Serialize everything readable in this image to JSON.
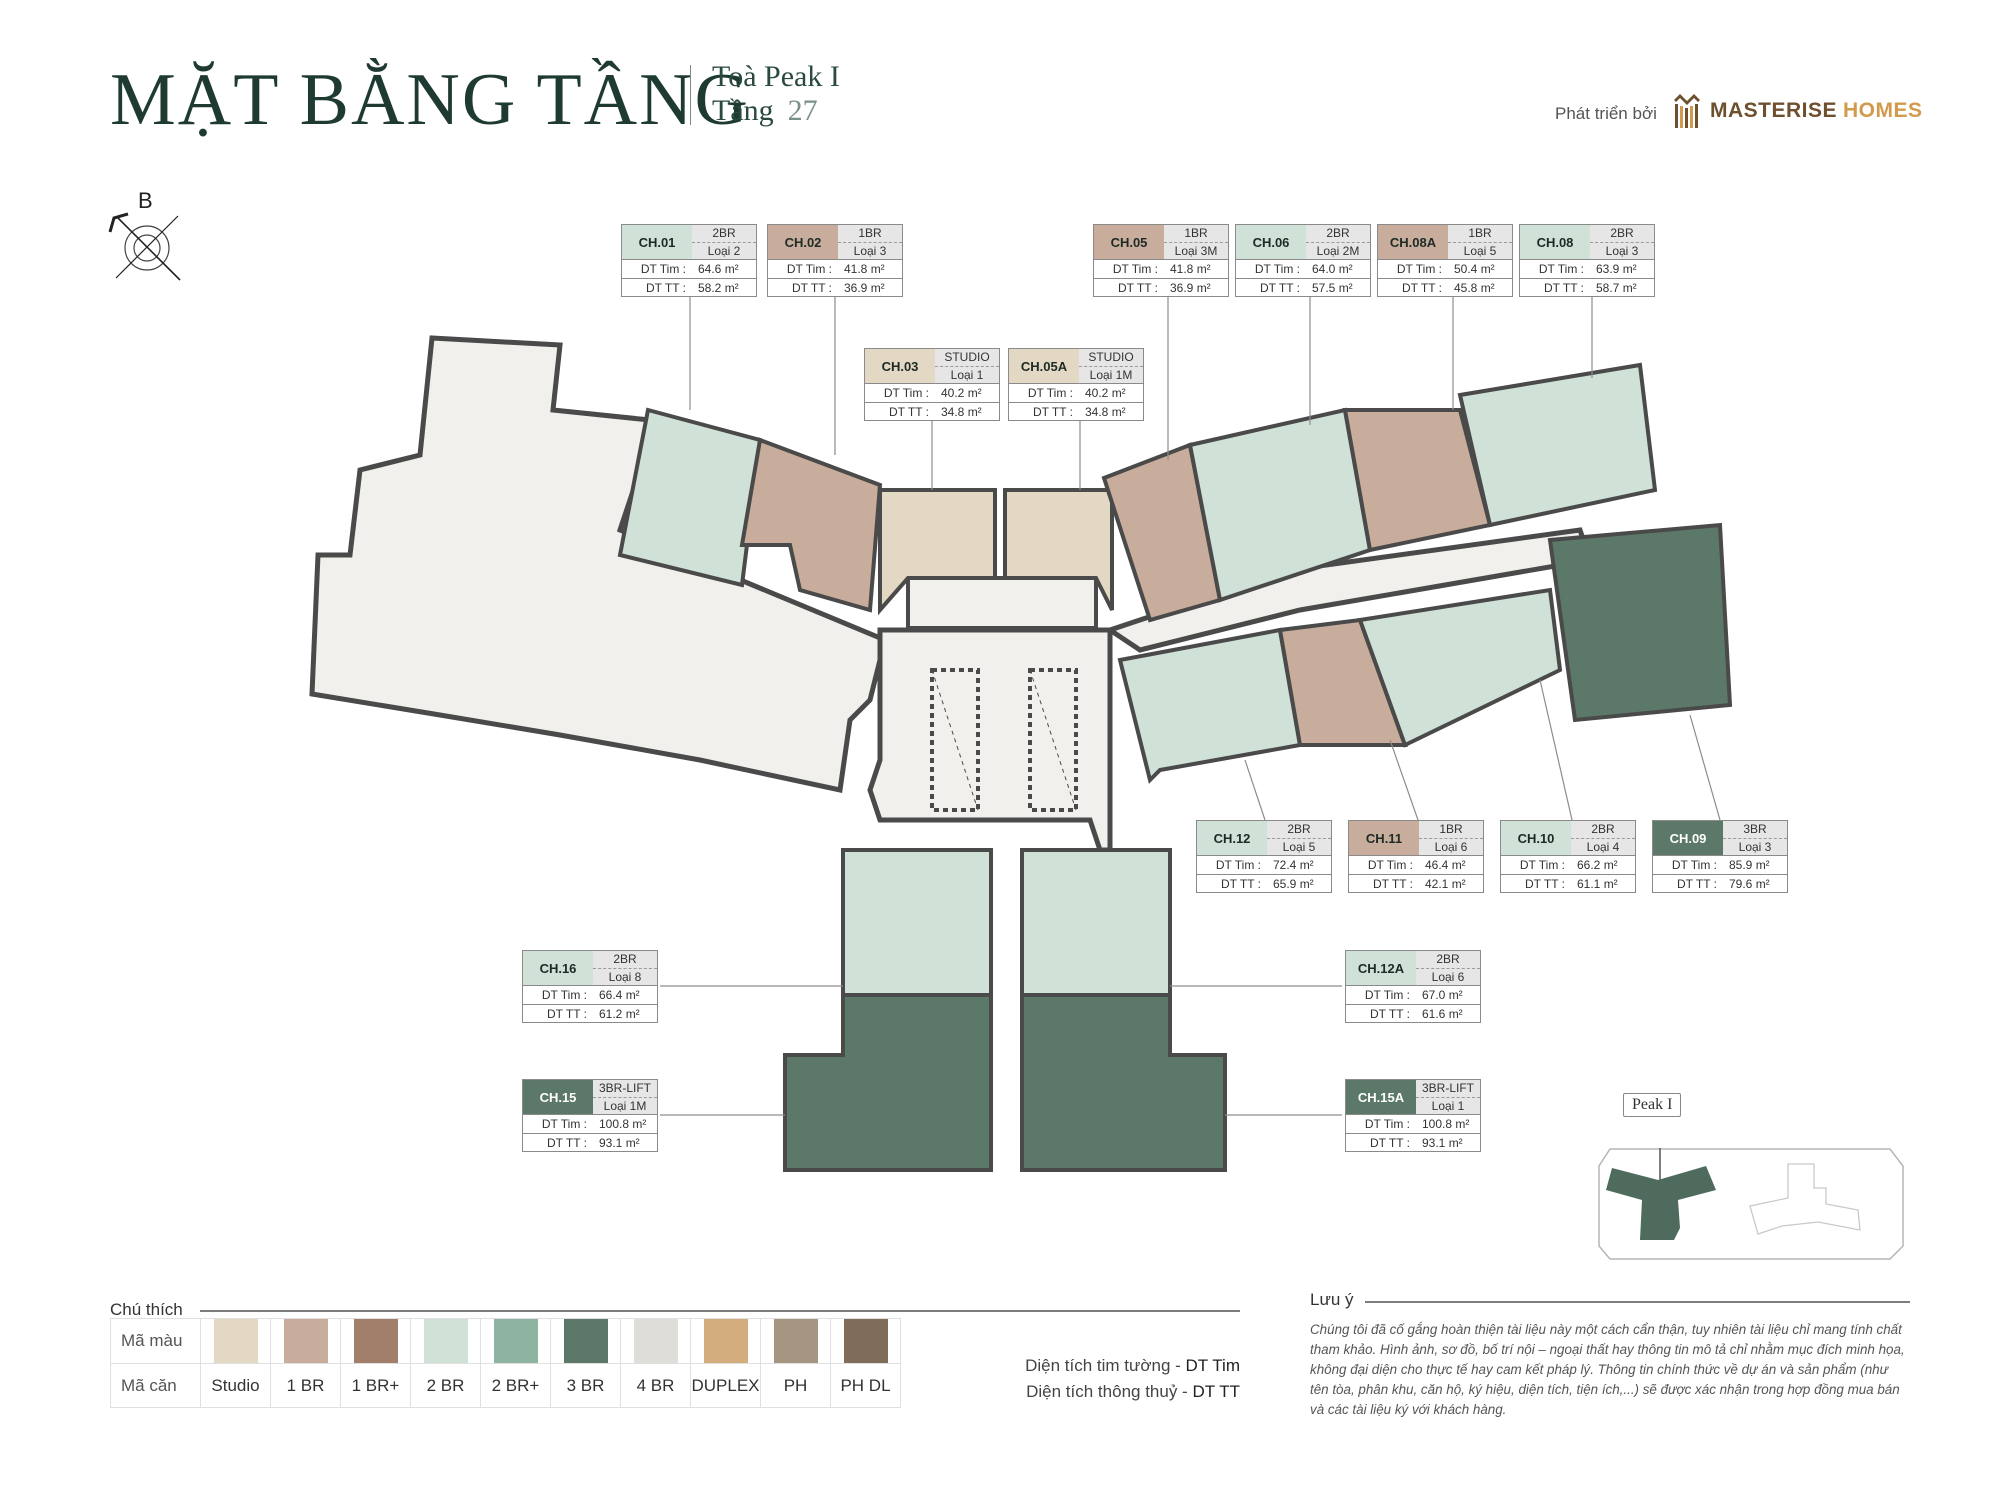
{
  "header": {
    "title": "MẶT BẰNG TẦNG",
    "building": "Toà Peak I",
    "floor_label": "Tầng",
    "floor_number": "27",
    "developer_prefix": "Phát triển bởi",
    "developer_name_1": "MASTERISE",
    "developer_name_2": "HOMES"
  },
  "compass": {
    "north_label": "B"
  },
  "colors": {
    "studio": "#e2d8c3",
    "br1": "#c9ad9c",
    "br1plus": "#a17f6b",
    "br2": "#d0e1d7",
    "br2plus": "#8fb3a1",
    "br3": "#5b7869",
    "br4": "#deddd8",
    "duplex": "#d4ad7f",
    "ph": "#a59581",
    "phdl": "#7f6d5a",
    "common": "#f2f0ec",
    "wall": "#4a4a4a"
  },
  "units": [
    {
      "code": "CH.01",
      "type": "2BR",
      "variant": "Loại 2",
      "dt_tim": "64.6 m²",
      "dt_tt": "58.2 m²",
      "color": "#d0e1d7"
    },
    {
      "code": "CH.02",
      "type": "1BR",
      "variant": "Loại 3",
      "dt_tim": "41.8 m²",
      "dt_tt": "36.9 m²",
      "color": "#c9ad9c"
    },
    {
      "code": "CH.03",
      "type": "STUDIO",
      "variant": "Loại 1",
      "dt_tim": "40.2 m²",
      "dt_tt": "34.8 m²",
      "color": "#e2d8c3"
    },
    {
      "code": "CH.05A",
      "type": "STUDIO",
      "variant": "Loại 1M",
      "dt_tim": "40.2 m²",
      "dt_tt": "34.8 m²",
      "color": "#e2d8c3"
    },
    {
      "code": "CH.05",
      "type": "1BR",
      "variant": "Loại 3M",
      "dt_tim": "41.8 m²",
      "dt_tt": "36.9 m²",
      "color": "#c9ad9c"
    },
    {
      "code": "CH.06",
      "type": "2BR",
      "variant": "Loại 2M",
      "dt_tim": "64.0 m²",
      "dt_tt": "57.5 m²",
      "color": "#d0e1d7"
    },
    {
      "code": "CH.08A",
      "type": "1BR",
      "variant": "Loại 5",
      "dt_tim": "50.4 m²",
      "dt_tt": "45.8 m²",
      "color": "#c9ad9c"
    },
    {
      "code": "CH.08",
      "type": "2BR",
      "variant": "Loại 3",
      "dt_tim": "63.9 m²",
      "dt_tt": "58.7 m²",
      "color": "#d0e1d7"
    },
    {
      "code": "CH.12",
      "type": "2BR",
      "variant": "Loại 5",
      "dt_tim": "72.4 m²",
      "dt_tt": "65.9 m²",
      "color": "#d0e1d7"
    },
    {
      "code": "CH.11",
      "type": "1BR",
      "variant": "Loại 6",
      "dt_tim": "46.4 m²",
      "dt_tt": "42.1 m²",
      "color": "#c9ad9c"
    },
    {
      "code": "CH.10",
      "type": "2BR",
      "variant": "Loại 4",
      "dt_tim": "66.2 m²",
      "dt_tt": "61.1 m²",
      "color": "#d0e1d7"
    },
    {
      "code": "CH.09",
      "type": "3BR",
      "variant": "Loại 3",
      "dt_tim": "85.9 m²",
      "dt_tt": "79.6 m²",
      "color": "#5b7869"
    },
    {
      "code": "CH.16",
      "type": "2BR",
      "variant": "Loại 8",
      "dt_tim": "66.4 m²",
      "dt_tt": "61.2 m²",
      "color": "#d0e1d7"
    },
    {
      "code": "CH.15",
      "type": "3BR-LIFT",
      "variant": "Loại 1M",
      "dt_tim": "100.8 m²",
      "dt_tt": "93.1 m²",
      "color": "#5b7869"
    },
    {
      "code": "CH.12A",
      "type": "2BR",
      "variant": "Loại 6",
      "dt_tim": "67.0 m²",
      "dt_tt": "61.6 m²",
      "color": "#d0e1d7"
    },
    {
      "code": "CH.15A",
      "type": "3BR-LIFT",
      "variant": "Loại 1",
      "dt_tim": "100.8 m²",
      "dt_tt": "93.1 m²",
      "color": "#5b7869"
    }
  ],
  "card_labels": {
    "dt_tim": "DT Tim :",
    "dt_tt": "DT TT :"
  },
  "legend": {
    "heading": "Chú thích",
    "row_color": "Mã màu",
    "row_code": "Mã căn",
    "items": [
      {
        "label": "Studio",
        "color": "#e2d8c3"
      },
      {
        "label": "1 BR",
        "color": "#c9ad9c"
      },
      {
        "label": "1 BR+",
        "color": "#a17f6b"
      },
      {
        "label": "2 BR",
        "color": "#d0e1d7"
      },
      {
        "label": "2 BR+",
        "color": "#8fb3a1"
      },
      {
        "label": "3 BR",
        "color": "#5b7869"
      },
      {
        "label": "4 BR",
        "color": "#deddd8"
      },
      {
        "label": "DUPLEX",
        "color": "#d4ad7f"
      },
      {
        "label": "PH",
        "color": "#a59581"
      },
      {
        "label": "PH DL",
        "color": "#7f6d5a"
      }
    ],
    "area_1_text": "Diện tích tim tường - ",
    "area_1_abbr": "DT Tim",
    "area_2_text": "Diện tích thông thuỷ - ",
    "area_2_abbr": "DT TT"
  },
  "notes": {
    "heading": "Lưu ý",
    "text": "Chúng tôi đã cố gắng hoàn thiện tài liệu này một cách cẩn thận, tuy nhiên tài liệu chỉ mang tính chất tham khảo. Hình ảnh, sơ đồ, bố trí nội – ngoại thất hay thông tin mô tả chỉ nhằm mục đích minh họa, không đại diện cho thực tế hay cam kết pháp lý. Thông tin chính thức về dự án và sản phẩm (như tên tòa, phân khu, căn hộ, ký hiệu, diện tích, tiện ích,...) sẽ được xác nhận trong hợp đồng mua bán và các tài liệu ký với khách hàng."
  },
  "keymap": {
    "tag": "Peak I"
  }
}
